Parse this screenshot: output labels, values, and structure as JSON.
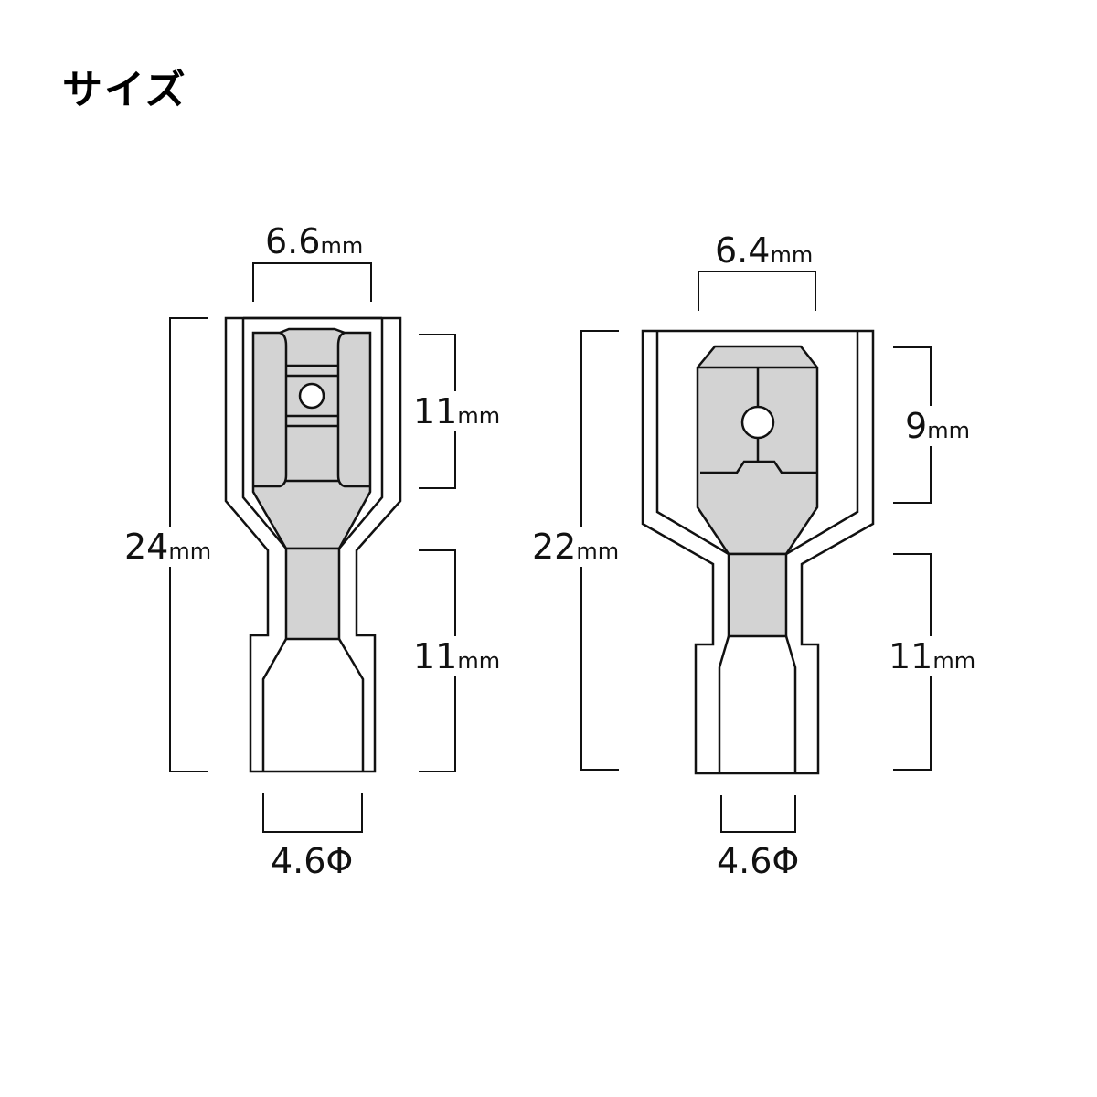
{
  "title": "サイズ",
  "colors": {
    "line": "#111111",
    "fill": "#d3d3d3",
    "background": "#ffffff"
  },
  "left_terminal": {
    "type": "female-insulated-disconnect",
    "top_width": {
      "value": "6.6",
      "unit": "mm"
    },
    "total_length": {
      "value": "24",
      "unit": "mm"
    },
    "upper_length": {
      "value": "11",
      "unit": "mm"
    },
    "lower_length": {
      "value": "11",
      "unit": "mm"
    },
    "wire_diameter": {
      "value": "4.6Φ"
    }
  },
  "right_terminal": {
    "type": "male-insulated-disconnect",
    "top_width": {
      "value": "6.4",
      "unit": "mm"
    },
    "total_length": {
      "value": "22",
      "unit": "mm"
    },
    "upper_length": {
      "value": "9",
      "unit": "mm"
    },
    "lower_length": {
      "value": "11",
      "unit": "mm"
    },
    "wire_diameter": {
      "value": "4.6Φ"
    }
  }
}
